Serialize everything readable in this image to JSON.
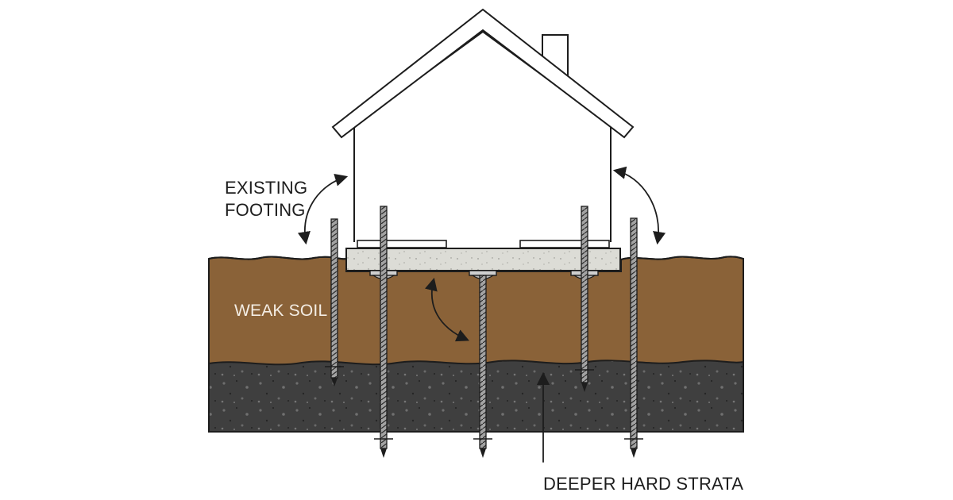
{
  "labels": {
    "existing_footing_line1": "EXISTING",
    "existing_footing_line2": "FOOTING",
    "weak_soil": "WEAK SOIL",
    "deeper_hard_strata": "DEEPER HARD STRATA"
  },
  "colors": {
    "background": "#ffffff",
    "line": "#1d1d1d",
    "weak_soil": "#8a6238",
    "hard_strata": "#3f3f3f",
    "footing_beam": "#d9d9d3",
    "pier": "#9a9a9a"
  }
}
